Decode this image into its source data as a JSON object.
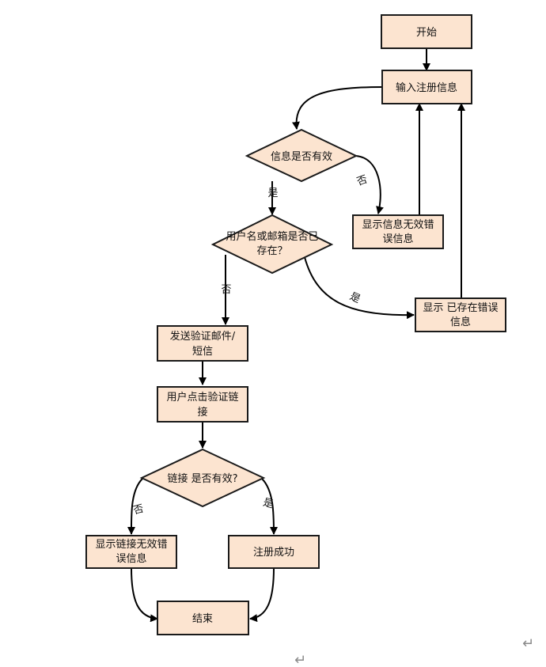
{
  "nodes": {
    "start": [
      "开始"
    ],
    "input": [
      "输入注册信息"
    ],
    "valid_check": [
      "信息是否有效"
    ],
    "invalid_error": [
      "显示信息无效错",
      "误信息"
    ],
    "exists_check": [
      "用户名或邮箱是否已",
      "存在？"
    ],
    "exists_error": [
      "显示 已存在错误",
      "信息"
    ],
    "send_email": [
      "发送验证邮件/",
      "短信"
    ],
    "click_link": [
      "用户点击验证链",
      "接"
    ],
    "link_check": [
      "链接 是否有效?"
    ],
    "link_error": [
      "显示链接无效错",
      "误信息"
    ],
    "success": [
      "注册成功"
    ],
    "end": [
      "结束"
    ]
  },
  "edge_labels": {
    "valid_no": "否",
    "valid_yes": "是",
    "exists_no": "否",
    "exists_yes": "是",
    "link_no": "否",
    "link_yes": "是"
  },
  "marks": {
    "paragraph": "↵"
  }
}
